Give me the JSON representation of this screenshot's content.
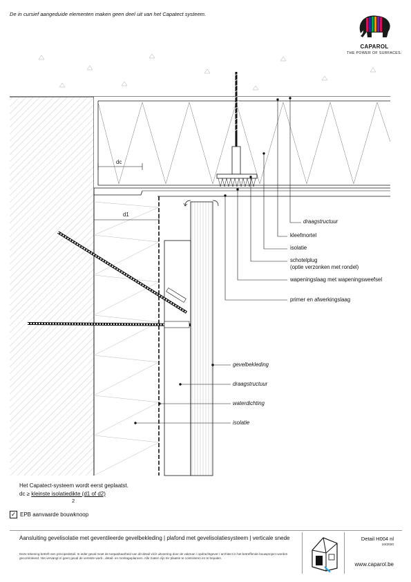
{
  "note_top": "De in cursief aangeduide elementen maken geen deel uit van het Capatect systeem.",
  "brand": {
    "name": "CAPAROL",
    "tagline": "THE POWER OF SURFACES."
  },
  "labels_right": {
    "draagstructuur": "draagstructuur",
    "kleefmortel": "kleefmortel",
    "isolatie": "isolatie",
    "schotelplug": "schotelplug",
    "schotelplug_note": "(optie verzonken met rondel)",
    "wapeningslaag": "wapeningslaag met wapeningsweefsel",
    "primer": "primer en afwerkingslaag"
  },
  "labels_lower": {
    "gevelbekleding": "gevelbekleding",
    "draagstructuur": "draagstructuur",
    "waterdichting": "waterdichting",
    "isolatie": "isolatie"
  },
  "dims": {
    "dc": "dc",
    "d1": "d1"
  },
  "formula": {
    "line1": "Het Capatect-systeem wordt eerst geplaatst.",
    "prefix": "dc ≥ ",
    "numerator": "kleinste isolatiedikte (d1 of d2)",
    "denominator": "2"
  },
  "epb": "EPB aanvaarde bouwknoop",
  "footer": {
    "title": "Aansluiting gevelisolatie met geventileerde gevelbekleding | plafond met gevelisolatiesysteem | verticale snede",
    "disclaimer": "Deze tekening betreft een principedetail. In ieder geval moet de toepasbaarheid van dit detail vóór uitvoering door de vakman / opdrachtgever / architect in het betreffende bouwproject worden gecontroleerd. Het vervangt in geen geval de vereiste werk-, detail- en montageplannen. Alle maten zijn ter plaatse te controleren en te bepalen.",
    "detail": "Detail H004 nl",
    "date": "10/2020",
    "website": "www.caparol.be"
  },
  "colors": {
    "ink": "#111111",
    "hatch": "#888888",
    "logo": [
      "#1a1a1a",
      "#d4145a",
      "#2e3192",
      "#00a651",
      "#f7931e",
      "#662d91"
    ]
  }
}
